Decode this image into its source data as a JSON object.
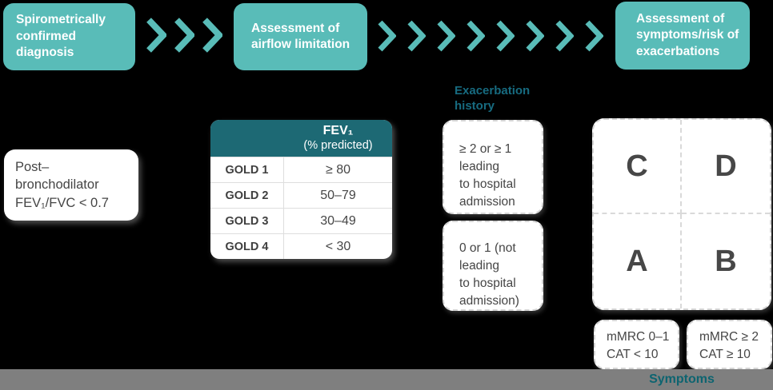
{
  "colors": {
    "background": "#000000",
    "step_teal": "#59bcb8",
    "table_header_teal": "#1d6974",
    "label_teal": "#176b80",
    "symptoms_label_teal": "#0d6470",
    "axis_bar_gray": "#7f7f7f",
    "body_text": "#454545",
    "dashed_border": "#d4d4d4"
  },
  "flow": {
    "steps": [
      {
        "label": "Spirometrically\nconfirmed diagnosis"
      },
      {
        "label": "Assessment of\nairflow limitation"
      },
      {
        "label": "Assessment of\nsymptoms/risk of\nexacerbations"
      }
    ]
  },
  "criteria_box": {
    "text": "Post–bronchodilator\nFEV₁/FVC < 0.7"
  },
  "gold_table": {
    "header": {
      "title": "FEV₁",
      "subtitle": "(% predicted)"
    },
    "rows": [
      {
        "label": "GOLD 1",
        "value": "≥ 80"
      },
      {
        "label": "GOLD 2",
        "value": "50–79"
      },
      {
        "label": "GOLD 3",
        "value": "30–49"
      },
      {
        "label": "GOLD 4",
        "value": "< 30"
      }
    ]
  },
  "exacerbation": {
    "label": "Exacerbation\nhistory",
    "high_risk": "≥ 2 or ≥ 1\nleading\nto hospital\nadmission",
    "low_risk": "0 or 1 (not\nleading\nto hospital\nadmission)"
  },
  "quadrant": {
    "top_left": "C",
    "top_right": "D",
    "bottom_left": "A",
    "bottom_right": "B"
  },
  "symptoms": {
    "low": "mMRC 0–1\nCAT < 10",
    "high": "mMRC ≥ 2\nCAT ≥ 10",
    "axis_label": "Symptoms"
  },
  "icons": {
    "chevron": "chevron-right"
  }
}
